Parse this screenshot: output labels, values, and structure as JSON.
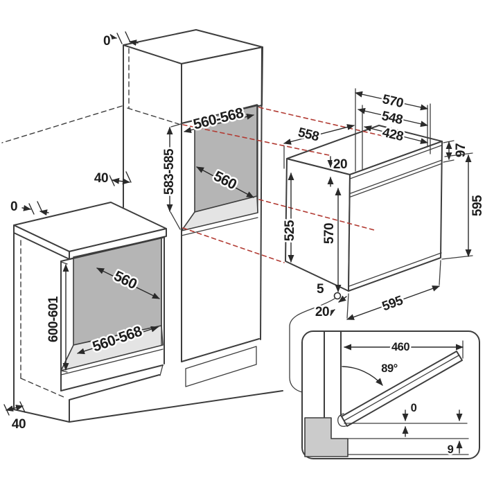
{
  "colors": {
    "line": "#3d3d3d",
    "projection_red": "#b23b33",
    "niche_wall": "#b5b5b5",
    "niche_floor": "#e4e4e4",
    "detail_block": "#cbcbcb",
    "background": "#ffffff"
  },
  "tall_cabinet": {
    "top_gap": "0",
    "wall_gap": "40",
    "niche_height": "583-585",
    "niche_width": "560-568",
    "niche_depth": "560"
  },
  "base_cabinet": {
    "top_gap": "0",
    "niche_height": "600-601",
    "niche_depth": "560",
    "niche_width": "560-568",
    "plinth_recess": "40"
  },
  "oven": {
    "overall_width": "570",
    "body_width": "548",
    "cavity_width": "428",
    "depth": "558",
    "top_clearance": "20",
    "fascia_height": "97",
    "overall_height": "595",
    "body_height": "525",
    "front_height": "570",
    "callout": "5",
    "front_clearance": "20",
    "front_width": "595"
  },
  "door_detail": {
    "door_length": "460",
    "opening_angle": "89°",
    "door_gap": "0",
    "plinth_clearance": "9"
  }
}
